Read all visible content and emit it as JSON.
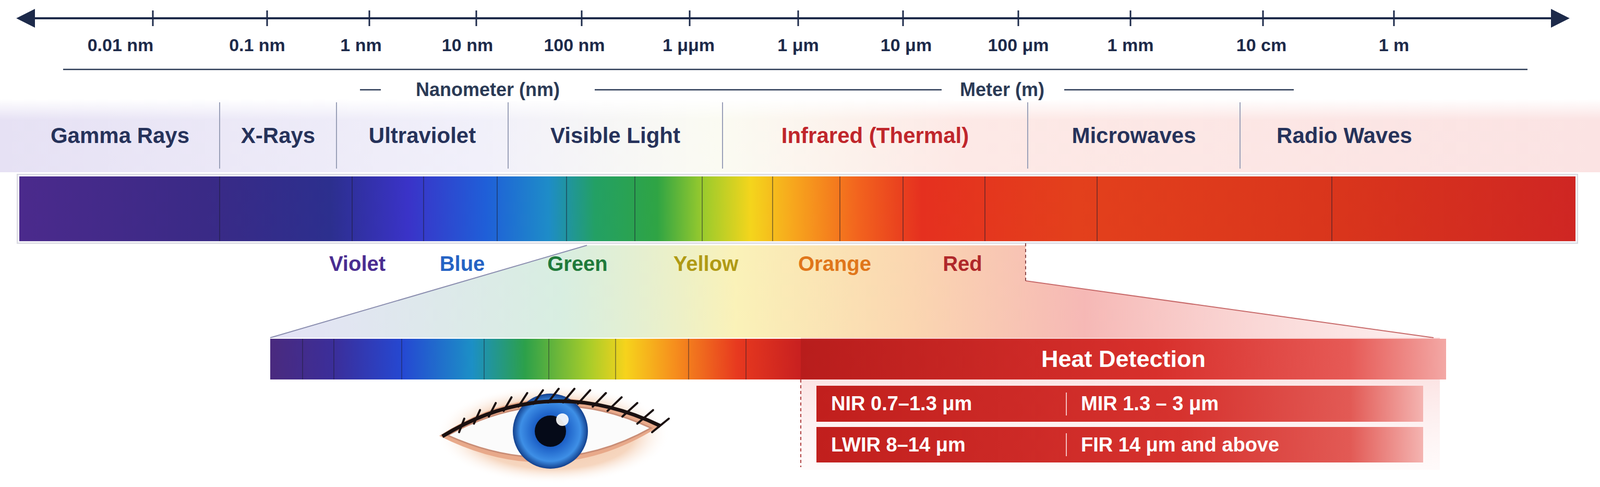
{
  "diagram": {
    "nodes": [
      {
        "text": [
          "Gamma Rays"
        ]
      },
      {
        "text": [
          "X-Rays"
        ]
      },
      {
        "text": [
          "Ultraviolet"
        ]
      },
      {
        "text": [
          "Visible Light"
        ]
      },
      {
        "text": [
          "Infrared (Thermal)"
        ]
      },
      {
        "text": [
          "Microwaves"
        ]
      },
      {
        "text": [
          "Radio Waves"
        ]
      },
      {
        "text": [
          "Heat Detection"
        ]
      },
      {
        "text": [
          "NIR 0.7–1.3 μm"
        ],
        "in": 7
      },
      {
        "text": [
          "MIR 1.3 – 3 μm"
        ],
        "in": 7
      },
      {
        "text": [
          "LWIR 8–14 μm"
        ],
        "in": 7
      },
      {
        "text": [
          "FIR 14 μm and above"
        ],
        "in": 7
      }
    ],
    "labels": [
      "0.01 nm",
      "0.1 nm",
      "1 nm",
      "10 nm",
      "100 nm",
      "1 μμm",
      "1 μm",
      "10 μm",
      "100 μm",
      "1 mm",
      "10 cm",
      "1 m",
      "Nanometer (nm)",
      "Meter (m)",
      "Violet",
      "Blue",
      "Green",
      "Yellow",
      "Orange",
      "Red"
    ]
  }
}
